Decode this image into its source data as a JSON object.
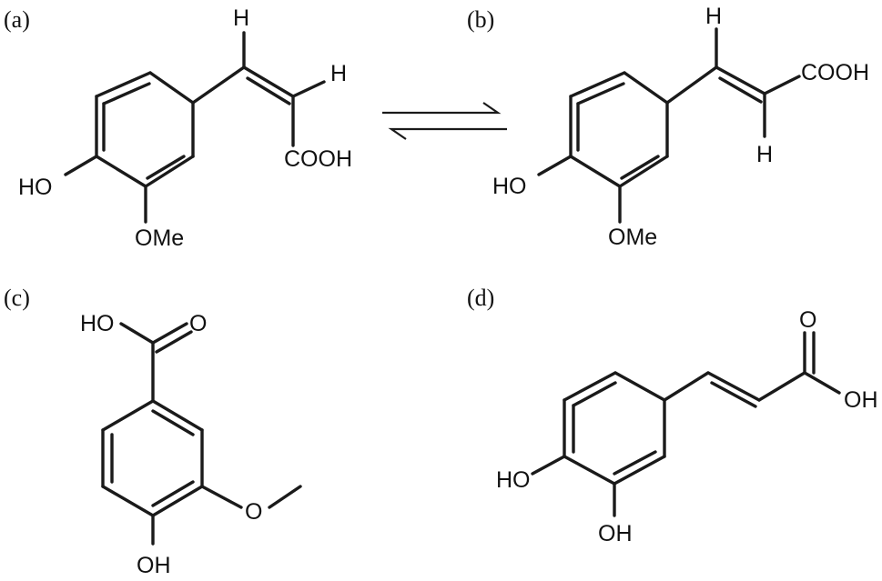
{
  "panels": {
    "a": {
      "label": "(a)",
      "atoms": {
        "h_top": "H",
        "h_side": "H",
        "cooh": "COOH",
        "ho": "HO",
        "ome": "OMe"
      }
    },
    "b": {
      "label": "(b)",
      "atoms": {
        "h_top": "H",
        "cooh": "COOH",
        "h_bottom": "H",
        "ho": "HO",
        "ome": "OMe"
      }
    },
    "c": {
      "label": "(c)",
      "atoms": {
        "ho": "HO",
        "o_carbonyl": "O",
        "o_ether": "O",
        "oh": "OH"
      }
    },
    "d": {
      "label": "(d)",
      "atoms": {
        "o_carbonyl": "O",
        "oh": "OH",
        "ho": "HO",
        "oh_bottom": "OH"
      }
    }
  }
}
